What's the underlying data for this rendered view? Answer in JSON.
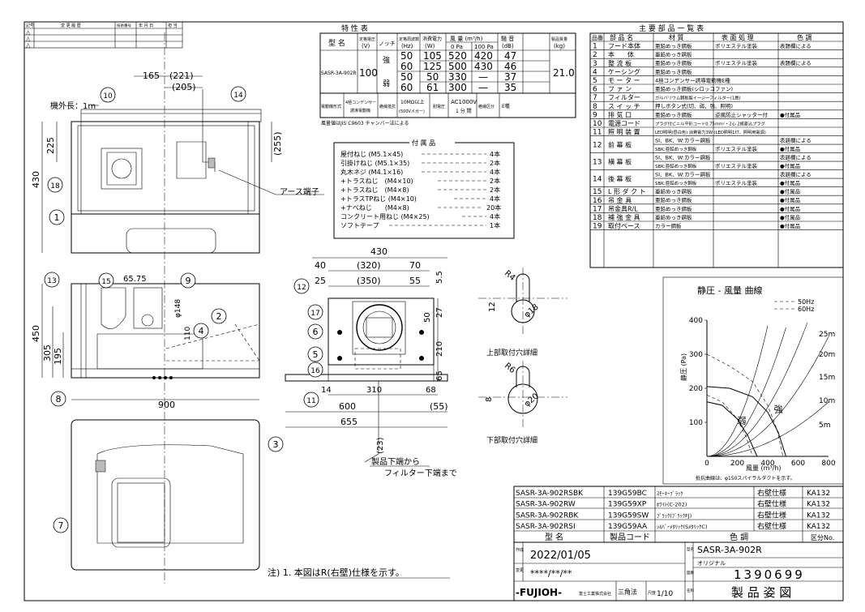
{
  "revision_table": {
    "headers": [
      "記号",
      "変 更 履 歴",
      "技術番号",
      "年 月 日",
      "担 当"
    ],
    "symbols": [
      "△",
      "△",
      "△"
    ]
  },
  "specs": {
    "title": "特 性 表",
    "col_model": "型 名",
    "col_voltage": "定格電圧",
    "col_voltage_unit": "(V)",
    "col_notch": "ノッチ",
    "col_freq": "定格周波数",
    "col_freq_unit": "(Hz)",
    "col_power": "消費電力",
    "col_power_unit": "(W)",
    "col_airflow": "風 量 (m³/h)",
    "col_airflow_0": "0 Pa",
    "col_airflow_100": "100 Pa",
    "col_noise": "騒 音",
    "col_noise_unit": "(dB)",
    "col_weight": "製品質量",
    "col_weight_unit": "(kg)",
    "model": "SASR-3A-902R",
    "voltage": "100",
    "weight": "21.0",
    "notch_strong": "強",
    "notch_weak": "弱",
    "rows": [
      {
        "hz": "50",
        "w": "105",
        "q0": "520",
        "q100": "420",
        "db": "47"
      },
      {
        "hz": "60",
        "w": "125",
        "q0": "500",
        "q100": "430",
        "db": "46"
      },
      {
        "hz": "50",
        "w": "50",
        "q0": "330",
        "q100": "—",
        "db": "37"
      },
      {
        "hz": "60",
        "w": "61",
        "q0": "300",
        "q100": "—",
        "db": "35"
      }
    ],
    "motor_label": "電動機形式",
    "motor_value_1": "4極コンデンサー",
    "motor_value_2": "誘導電動機",
    "insulation_label": "絶縁抵抗",
    "insulation_value_1": "10MΩ以上",
    "insulation_value_2": "(500Vメガー)",
    "withstand_label": "耐電圧",
    "withstand_value_1": "AC1000V",
    "withstand_value_2": "1 分 間",
    "class_label": "絶縁区分",
    "class_value": "E種",
    "note": "風量値はJIS C9603 チャンバー法による"
  },
  "accessories": {
    "title": "付 属 品",
    "items": [
      {
        "name": "屋付ねじ (M5.1×45)",
        "qty": "4本"
      },
      {
        "name": "引掛けねじ (M5.1×35)",
        "qty": "2本"
      },
      {
        "name": "丸木ネジ (M4.1×16)",
        "qty": "4本"
      },
      {
        "name": "+トラスねじ　(M4×10)",
        "qty": "2本"
      },
      {
        "name": "+トラスねじ　(M4×8)",
        "qty": "2本"
      },
      {
        "name": "+トラスTPねじ (M4×10)",
        "qty": "4本"
      },
      {
        "name": "+ナベねじ　　(M4×8)",
        "qty": "20本"
      },
      {
        "name": "コンクリート用ねじ (M4×25)",
        "qty": "4本"
      },
      {
        "name": "ソフトテープ",
        "qty": "1本"
      }
    ]
  },
  "parts": {
    "title": "主 要 部 品 一 覧 表",
    "headers": [
      "品番",
      "部 品 名",
      "材 質",
      "表 面 処 理",
      "色 調"
    ],
    "rows": [
      {
        "no": "1",
        "name": "フード本体",
        "material": "亜鉛めっき鋼板",
        "surface": "ポリエステル塗装",
        "color": "表題欄による"
      },
      {
        "no": "2",
        "name": "本　　体",
        "material": "亜鉛めっき鋼板",
        "surface": "",
        "color": ""
      },
      {
        "no": "3",
        "name": "整 流 板",
        "material": "亜鉛めっき鋼板",
        "surface": "ポリエステル塗装",
        "color": "表題欄による"
      },
      {
        "no": "4",
        "name": "ケーシング",
        "material": "亜鉛めっき鋼板",
        "surface": "",
        "color": ""
      },
      {
        "no": "5",
        "name": "モ ー タ ー",
        "material": "4極コンデンサー誘導電動機E種",
        "surface": "",
        "color": ""
      },
      {
        "no": "6",
        "name": "フ ァ ン",
        "material": "亜鉛めっき鋼板(シロッコファン)",
        "surface": "",
        "color": ""
      },
      {
        "no": "7",
        "name": "フィルター",
        "material": "ガルバリウム鋼板製イージーフィルター(1層)",
        "surface": "",
        "color": ""
      },
      {
        "no": "8",
        "name": "ス イ ッ チ",
        "material": "押しボタン式(切、弱、強、照明)",
        "surface": "",
        "color": ""
      },
      {
        "no": "9",
        "name": "排 気 口",
        "material": "亜鉛めっき鋼板",
        "surface": "逆風防止シャッター付",
        "color": "●付属品"
      },
      {
        "no": "10",
        "name": "電源コード",
        "material": "プラグ付ビニル平形コード0.75mm²・2心 2極差込プラグ",
        "surface": "",
        "color": ""
      },
      {
        "no": "11",
        "name": "照 明 装 置",
        "material": "LED照明(昼白色) 消費電力3W (LED照明1灯、照明用電源)",
        "surface": "",
        "color": ""
      },
      {
        "no": "12",
        "name": "前 幕 板",
        "material": "SI、BK、W:カラー鋼板",
        "surface": "",
        "color": "表題欄による",
        "material2": "SBK:亜鉛めっき鋼板",
        "surface2": "ポリエステル塗装",
        "color2": "●付属品"
      },
      {
        "no": "13",
        "name": "横 幕 板",
        "material": "SI、BK、W:カラー鋼板",
        "surface": "",
        "color": "表題欄による",
        "material2": "SBK:亜鉛めっき鋼板",
        "surface2": "ポリエステル塗装",
        "color2": "●付属品"
      },
      {
        "no": "14",
        "name": "後 幕 板",
        "material": "SI、BK、W:カラー鋼板",
        "surface": "",
        "color": "表題欄による",
        "material2": "SBK:亜鉛めっき鋼板",
        "surface2": "ポリエステル塗装",
        "color2": "●付属品"
      },
      {
        "no": "15",
        "name": "L 形 ダ ク ト",
        "material": "亜鉛めっき鋼板",
        "surface": "",
        "color": "●付属品"
      },
      {
        "no": "16",
        "name": "吊 金 具",
        "material": "亜鉛めっき鋼板",
        "surface": "",
        "color": "●付属品"
      },
      {
        "no": "17",
        "name": "吊金具R/L",
        "material": "亜鉛めっき鋼板",
        "surface": "",
        "color": "●付属品"
      },
      {
        "no": "18",
        "name": "補 強 金 具",
        "material": "亜鉛めっき鋼板",
        "surface": "",
        "color": "●付属品"
      },
      {
        "no": "19",
        "name": "取付ベース",
        "material": "カラー鋼板",
        "surface": "",
        "color": "●付属品"
      }
    ]
  },
  "chart_data": {
    "type": "line",
    "title": "静圧 - 風量 曲線",
    "xlabel": "風量 (m³/h)",
    "ylabel": "静圧 (Pa)",
    "xlim": [
      0,
      800
    ],
    "ylim": [
      0,
      400
    ],
    "xticks": [
      "0",
      "200",
      "400",
      "600",
      "800"
    ],
    "yticks": [
      "100",
      "200",
      "300",
      "400"
    ],
    "legend": {
      "solid": "50Hz",
      "dashed": "60Hz"
    },
    "legend_placement": "top-right",
    "series": [
      {
        "name": "強",
        "hz": "50Hz",
        "x": [
          0,
          150,
          300,
          400,
          470,
          520
        ],
        "y": [
          205,
          200,
          175,
          130,
          70,
          0
        ]
      },
      {
        "name": "強",
        "hz": "60Hz",
        "x": [
          0,
          150,
          300,
          400,
          460,
          500
        ],
        "y": [
          300,
          265,
          220,
          150,
          80,
          0
        ]
      },
      {
        "name": "弱",
        "hz": "50Hz",
        "x": [
          0,
          100,
          200,
          270,
          330
        ],
        "y": [
          160,
          150,
          110,
          60,
          0
        ]
      },
      {
        "name": "弱",
        "hz": "60Hz",
        "x": [
          0,
          100,
          200,
          260,
          300
        ],
        "y": [
          180,
          160,
          110,
          55,
          0
        ]
      }
    ],
    "curve_labels": {
      "strong": "強",
      "weak": "弱"
    },
    "resistance_labels": [
      "25m",
      "20m",
      "15m",
      "10m",
      "5m"
    ],
    "note": "抵抗曲線は、φ150スパイラルダクトを示す。"
  },
  "drawing": {
    "bubbles": [
      "1",
      "2",
      "3",
      "4",
      "5",
      "6",
      "7",
      "8",
      "9",
      "10",
      "11",
      "12",
      "13",
      "14",
      "15",
      "16",
      "17",
      "18"
    ],
    "cord_length": "機外長：1m",
    "earth_label": "アース端子",
    "dims_top": {
      "d165": "165",
      "d221": "(221)",
      "d205": "(205)",
      "d225": "225",
      "d255": "(255)",
      "d430": "430"
    },
    "dims_mid": {
      "d450": "450",
      "d305": "305",
      "d195": "195",
      "d900": "900",
      "d6575": "65.75",
      "d148": "φ148",
      "d110": "110"
    },
    "dims_right": {
      "d430": "430",
      "d40": "40",
      "d320": "(320)",
      "d70": "70",
      "d25": "25",
      "d350": "(350)",
      "d55": "55",
      "d55b": "5.5",
      "d50": "50",
      "d27": "27",
      "d210": "210",
      "d65": "65",
      "d14": "14",
      "d310": "310",
      "d68": "68",
      "d600": "600",
      "d55p": "(55)",
      "d655": "655",
      "d23": "(23)"
    },
    "filter_label_1": "製品下端から",
    "filter_label_2": "フィルター下端まで",
    "upper_hole": {
      "title": "上部取付穴詳細",
      "r": "R4",
      "d": "φ18",
      "w": "12"
    },
    "lower_hole": {
      "title": "下部取付穴詳細",
      "r": "R6",
      "d": "φ20",
      "w": "8"
    }
  },
  "variants": {
    "rows": [
      {
        "model": "SASR-3A-902RSBK",
        "code": "139G59BC",
        "color": "ｽﾓｰｷｰﾌﾞﾗｯｸ",
        "spec": "右壁仕様",
        "kb": "KA132"
      },
      {
        "model": "SASR-3A-902RW",
        "code": "139G59XP",
        "color": "ﾎﾜｲﾄ(C-202)",
        "spec": "右壁仕様",
        "kb": "KA132"
      },
      {
        "model": "SASR-3A-902RBK",
        "code": "139G59SW",
        "color": "ﾌﾞﾗｯｸ(ﾌﾞﾗｯｸFJ)",
        "spec": "右壁仕様",
        "kb": "KA132"
      },
      {
        "model": "SASR-3A-902RSI",
        "code": "139G59AA",
        "color": "ｼﾙﾊﾞｰﾒﾀﾘｯｸ(SﾒﾀﾘｯｸC)",
        "spec": "右壁仕様",
        "kb": "KA132"
      }
    ],
    "footer": [
      "型 名",
      "製品コード",
      "色 調",
      "区分No."
    ]
  },
  "title_block": {
    "date_label": "作成",
    "date": "2022/01/05",
    "rev_label": "変更",
    "rev": "****/**/**",
    "company": "-FUJIOH-",
    "company_sub": "富士工業株式会社",
    "projection": "三角法",
    "scale_label": "尺度",
    "scale": "1/10",
    "model_label": "型名",
    "model": "SASR-3A-902R",
    "original": "オリジナル",
    "drawing_no_label": "図番",
    "drawing_no": "1390699",
    "name_label": "名称",
    "drawing_name": "製 品 姿 図"
  },
  "note": "注) 1. 本図はR(右壁)仕様を示す。"
}
